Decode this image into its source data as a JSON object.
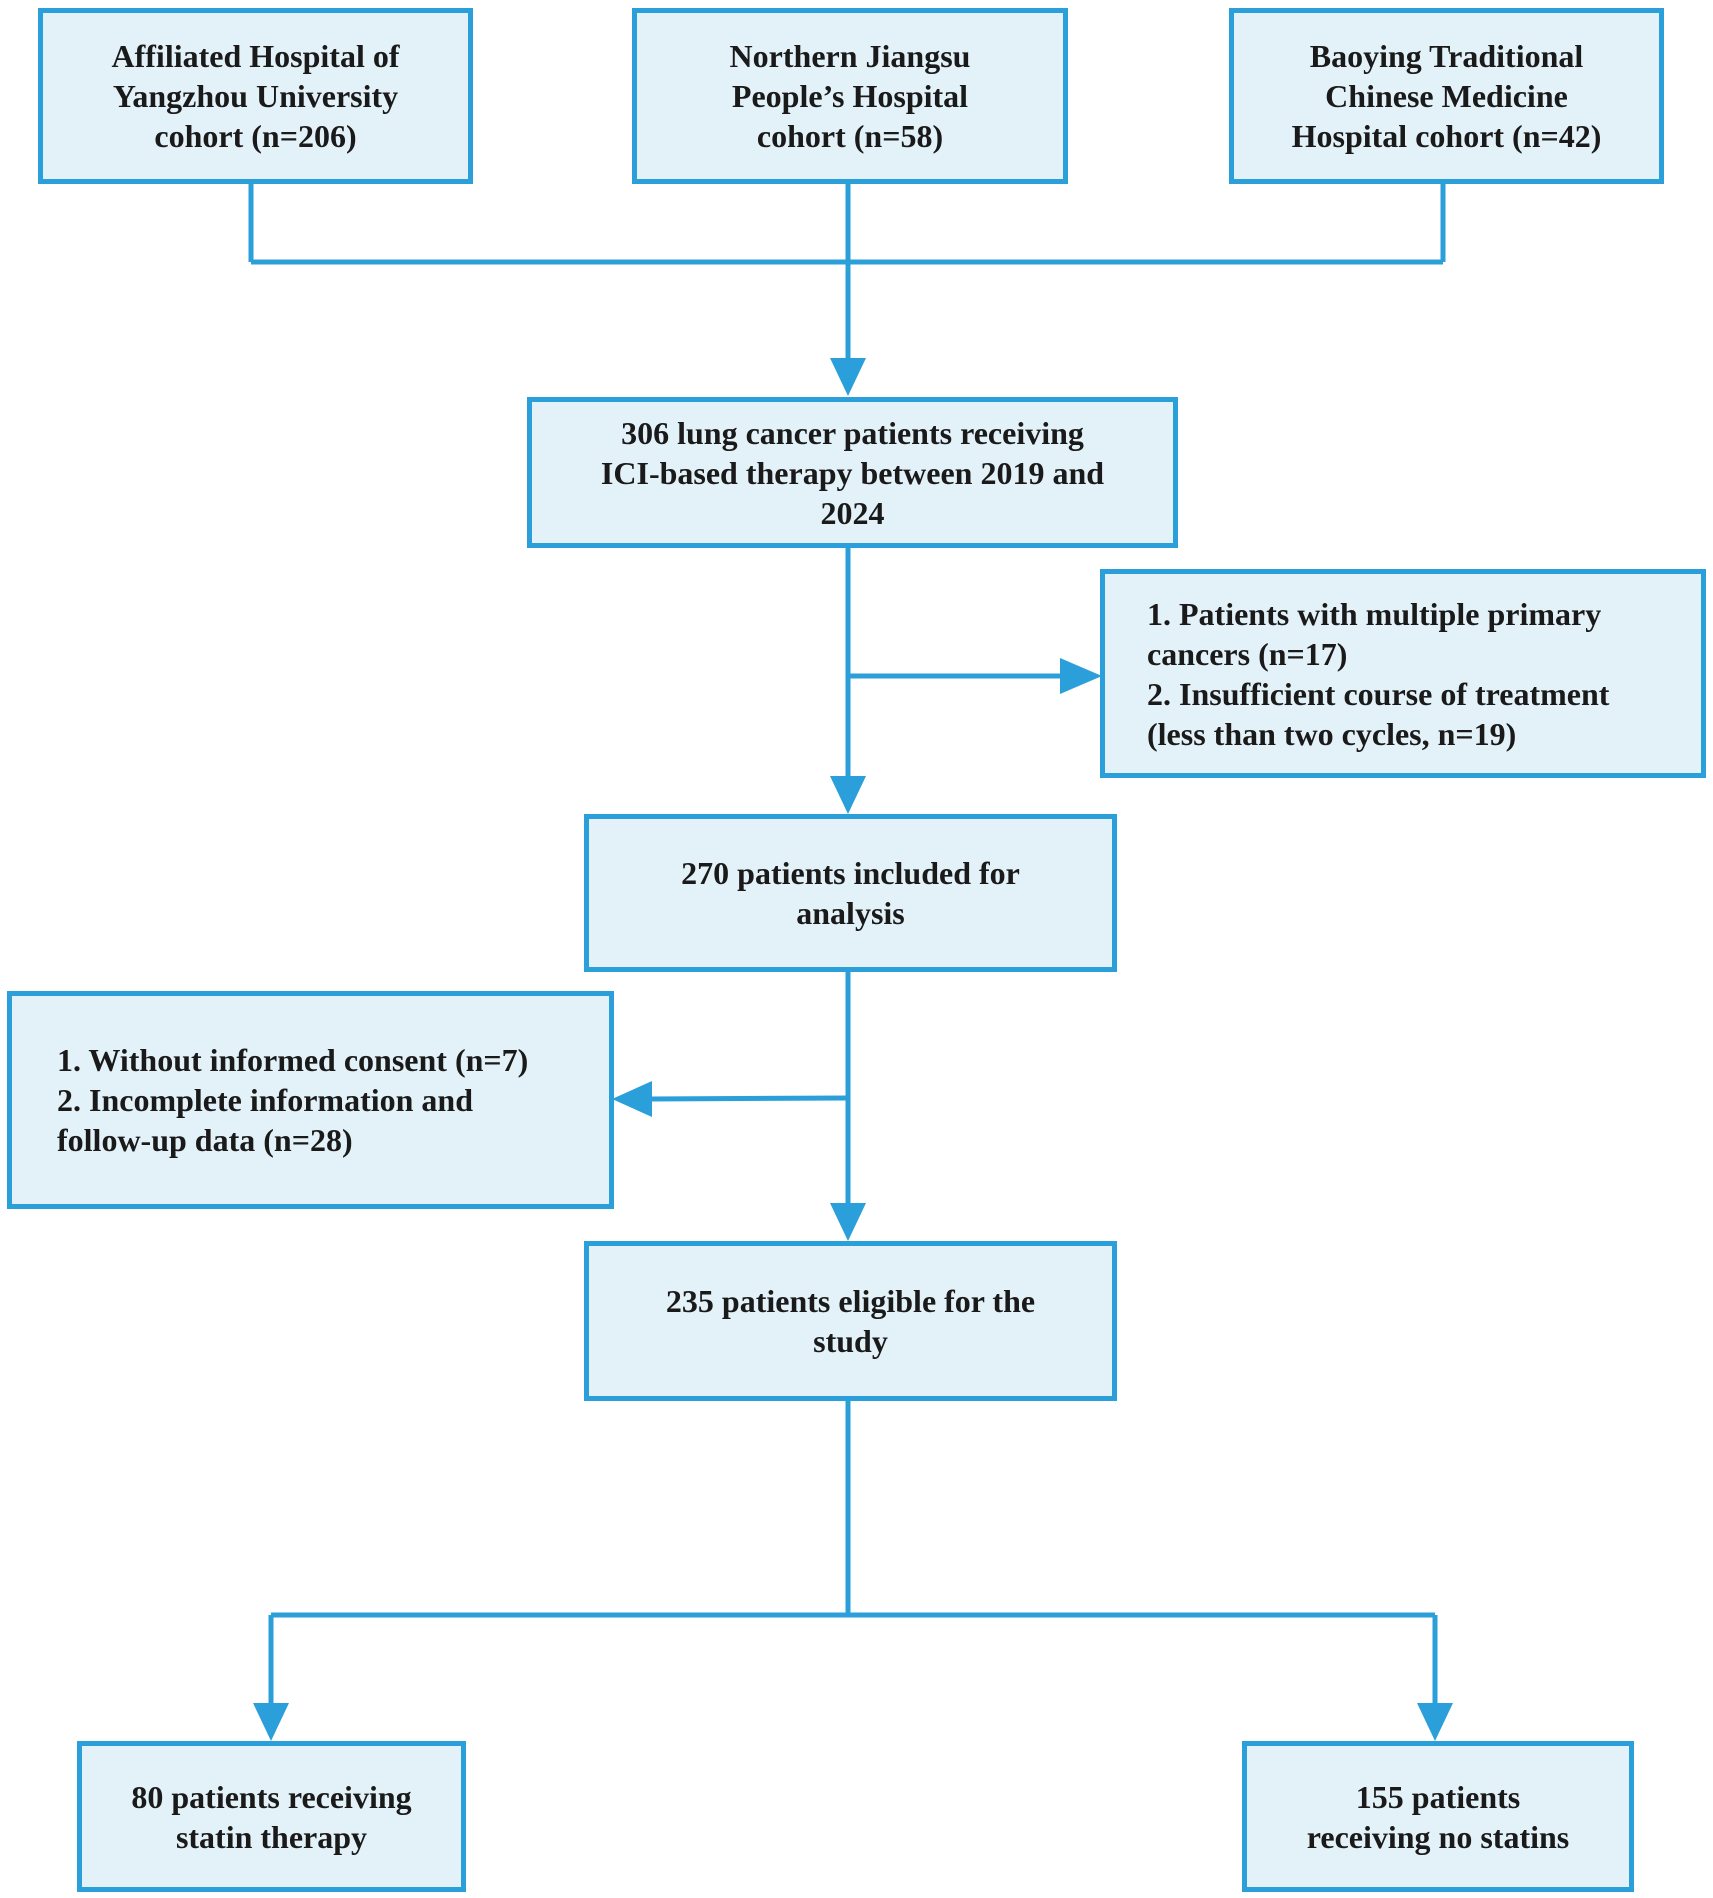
{
  "colors": {
    "accent": "#2b9fd9",
    "box_fill": "#e3f1f9",
    "text": "#1a1a1a"
  },
  "cohorts": [
    {
      "lines": [
        "Affiliated Hospital of",
        "Yangzhou University",
        "cohort (n=206)"
      ]
    },
    {
      "lines": [
        "Northern Jiangsu",
        "People’s Hospital",
        "cohort (n=58)"
      ]
    },
    {
      "lines": [
        "Baoying Traditional",
        "Chinese Medicine",
        "Hospital cohort (n=42)"
      ]
    }
  ],
  "total": {
    "lines": [
      "306 lung cancer patients receiving",
      "ICI-based therapy between 2019 and",
      "2024"
    ]
  },
  "exclusion1": {
    "lines": [
      "1. Patients with multiple primary",
      "cancers (n=17)",
      "2. Insufficient course of treatment",
      "(less than two cycles, n=19)"
    ]
  },
  "included": {
    "lines": [
      "270 patients included for",
      "analysis"
    ]
  },
  "exclusion2": {
    "lines": [
      "1. Without informed consent (n=7)",
      "2. Incomplete information and",
      "follow-up data (n=28)"
    ]
  },
  "eligible": {
    "lines": [
      "235 patients eligible for the",
      "study"
    ]
  },
  "statin": {
    "lines": [
      "80 patients receiving",
      "statin therapy"
    ]
  },
  "no_statin": {
    "lines": [
      "155 patients",
      "receiving no statins"
    ]
  }
}
